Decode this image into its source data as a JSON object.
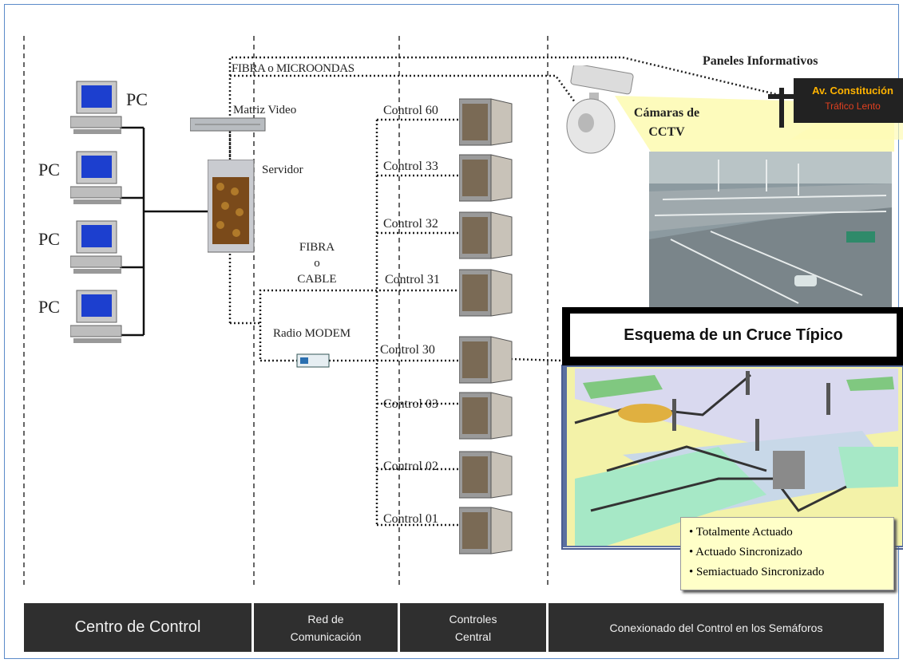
{
  "computers": [
    {
      "label": "PC"
    },
    {
      "label": "PC"
    },
    {
      "label": "PC"
    },
    {
      "label": "PC"
    }
  ],
  "network": {
    "fibra_microondas": "FIBRA o MICROONDAS",
    "matriz_video": "Matriz Video",
    "servidor": "Servidor",
    "fibra_cable": [
      "FIBRA",
      "o",
      "CABLE"
    ],
    "radio_modem": "Radio MODEM"
  },
  "controls": [
    "Control 60",
    "Control 33",
    "Control 32",
    "Control 31",
    "Control 30",
    "Control 03",
    "Control 02",
    "Control 01"
  ],
  "field": {
    "paneles": "Paneles Informativos",
    "camaras": [
      "Cámaras de",
      "CCTV"
    ],
    "sign_line1": "Av. Constitución",
    "sign_line2": "Tráfico Lento",
    "cruce_title": "Esquema de un Cruce Típico",
    "modes": [
      "• Totalmente Actuado",
      "• Actuado Sincronizado",
      "• Semiactuado Sincronizado"
    ]
  },
  "footer": {
    "centro": "Centro de Control",
    "red": [
      "Red de",
      "Comunicación"
    ],
    "controles": [
      "Controles",
      "Central"
    ],
    "conexionado": "Conexionado del Control en los Semáforos"
  },
  "colors": {
    "footer_bg": "#2f2f2f",
    "modes_bg": "#ffffc8",
    "sign_text": "#ffb300",
    "frame_border": "#5b8bc9"
  }
}
